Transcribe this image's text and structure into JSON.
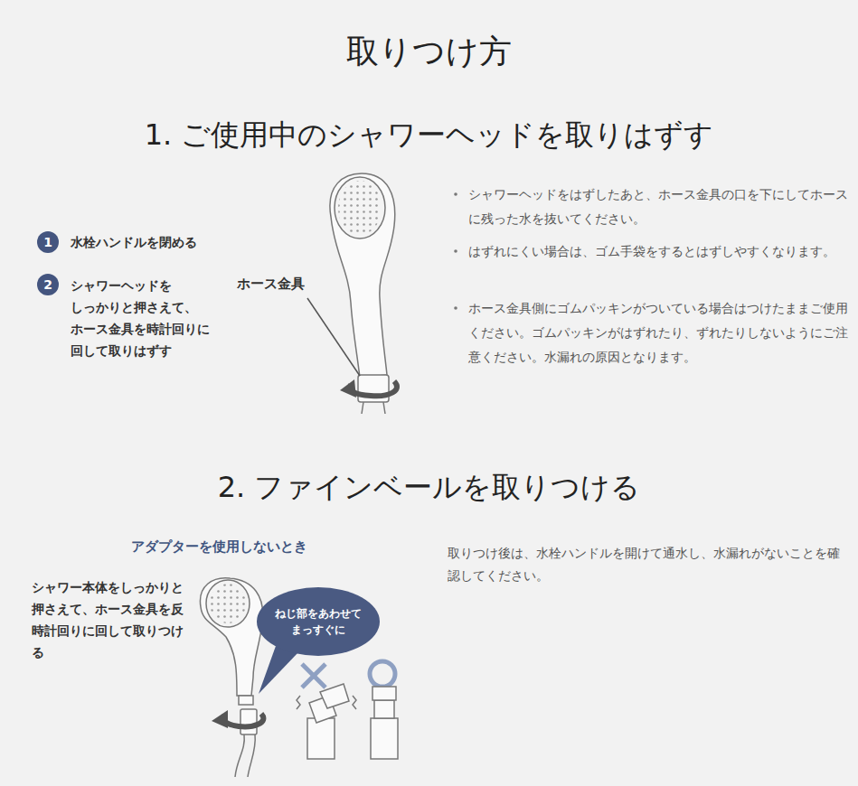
{
  "diagram": {
    "title": "取りつけ方",
    "nodes": [
      {
        "text": [
          "1"
        ]
      },
      {
        "text": [
          "2"
        ]
      },
      {
        "text": [
          "ねじ部をあわせて まっすぐに"
        ]
      }
    ],
    "labels": [
      "1. ご使用中のシャワーヘッドを取りはずす",
      "水栓ハンドルを閉める",
      "シャワーヘッドを しっかりと押さえて、 ホース金具を時計回りに 回して取りはずす",
      "ホース金具",
      "シャワーヘッドをはずしたあと、ホース金具の口を下にしてホースに残った水を抜いてください。",
      "はずれにくい場合は、ゴム手袋をするとはずしやすくなります。",
      "ホース金具側にゴムパッキンがついている場合はつけたままご使用ください。ゴムパッキンがはずれたり、ずれたりしないようにご注意ください。水漏れの原因となります。",
      "2. ファインベールを取りつける",
      "アダプターを使用しないとき",
      "シャワー本体をしっかりと押さえて、ホース金具を反時計回りに回して取りつける",
      "取りつけ後は、水栓ハンドルを開けて通水し、水漏れがないことを確認してください。"
    ]
  }
}
